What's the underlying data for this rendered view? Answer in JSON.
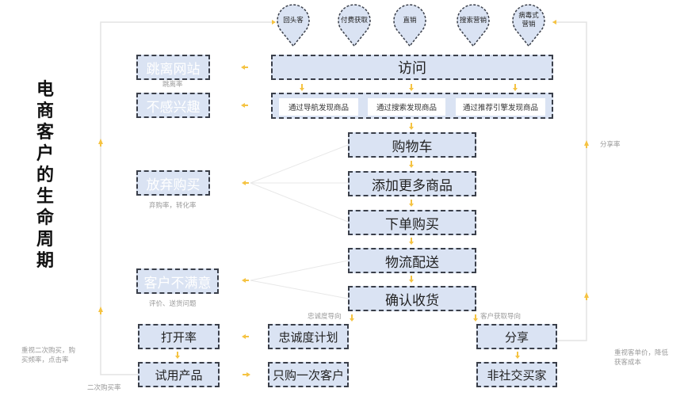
{
  "title": "电商客户的生命周期",
  "channels": [
    "回头客",
    "付费获取",
    "直销",
    "搜索营销",
    "病毒式营销"
  ],
  "funnel": {
    "visit": "访问",
    "discovery": [
      "通过导航发现商品",
      "通过搜索发现商品",
      "通过推荐引擎发现商品"
    ],
    "steps": [
      "购物车",
      "添加更多商品",
      "下单购买",
      "物流配送",
      "确认收货"
    ]
  },
  "exits": {
    "bounce": {
      "label": "跳离网站",
      "metric": "跳离率"
    },
    "not_interested": {
      "label": "不感兴趣"
    },
    "abandon": {
      "label": "放弃购买",
      "metric": "弃购率，转化率"
    },
    "unsatisfied": {
      "label": "客户不满意",
      "metric": "评价、送货问题"
    }
  },
  "loyalty": {
    "label": "忠诚度导向",
    "plan": "忠诚度计划",
    "open_rate": "打开率",
    "one_time": "只购一次客户",
    "trial": "试用产品",
    "note": "重视二次购买，购买频率，点击率",
    "repeat_rate": "二次购买率"
  },
  "acquisition": {
    "label": "客户获取导向",
    "share": "分享",
    "non_social": "非社交买家",
    "share_rate": "分享率",
    "note": "重视客单价，降低获客成本"
  },
  "colors": {
    "box_fill": "#dae3f3",
    "border": "#3a3f4a",
    "arrow": "#f5c342",
    "line": "#e3e3e3"
  }
}
